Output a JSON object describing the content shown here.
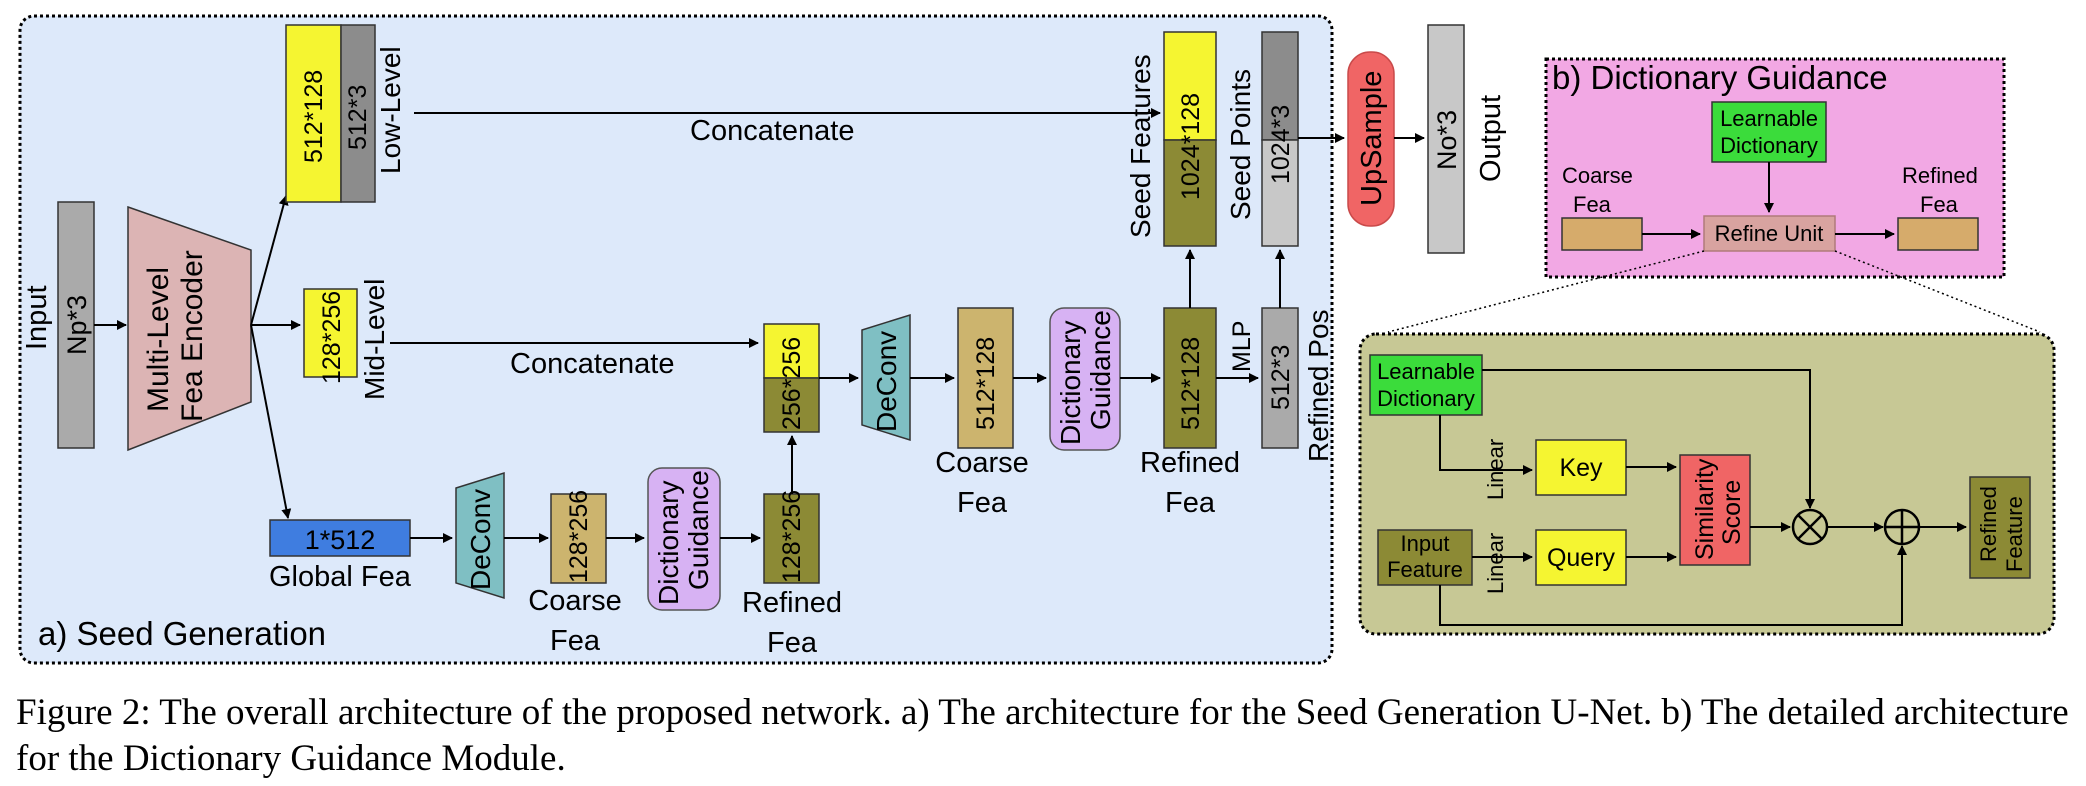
{
  "seed_generation": {
    "title": "a) Seed Generation",
    "input_label": "Input",
    "input_box": "Np*3",
    "encoder": [
      "Multi-Level",
      "Fea Encoder"
    ],
    "low_level": {
      "box1": "512*128",
      "box2": "512*3",
      "label": "Low-Level"
    },
    "mid_level": {
      "box": "128*256",
      "label": "Mid-Level"
    },
    "global": {
      "box": "1*512",
      "label": "Global Fea"
    },
    "concat_top": "Concatenate",
    "concat_mid": "Concatenate",
    "deconv1": "DeConv",
    "coarse1": {
      "box": "128*256",
      "label": [
        "Coarse",
        "Fea"
      ]
    },
    "dg1": [
      "Dictionary",
      "Guidance"
    ],
    "refined1": {
      "box": "128*256",
      "label": [
        "Refined",
        "Fea"
      ]
    },
    "cat1": "256*256",
    "deconv2": "DeConv",
    "coarse2": {
      "box": "512*128",
      "label": [
        "Coarse",
        "Fea"
      ]
    },
    "dg2": [
      "Dictionary",
      "Guidance"
    ],
    "refined2": {
      "box": "512*128",
      "label": [
        "Refined",
        "Fea"
      ]
    },
    "mlp": "MLP",
    "pos": {
      "box": "512*3",
      "label": "Refined Pos"
    },
    "seed_features": {
      "box": "1024*128",
      "label": "Seed Features"
    },
    "seed_points": {
      "box": "1024*3",
      "label": "Seed Points"
    },
    "upsample": "UpSample",
    "output_box": "No*3",
    "output_label": "Output"
  },
  "dictionary_guidance": {
    "title": "b) Dictionary Guidance",
    "learnable": [
      "Learnable",
      "Dictionary"
    ],
    "coarse": [
      "Coarse",
      "Fea"
    ],
    "refine_unit": "Refine Unit",
    "refined": [
      "Refined",
      "Fea"
    ]
  },
  "detail": {
    "learnable": [
      "Learnable",
      "Dictionary"
    ],
    "input_feature": [
      "Input",
      "Feature"
    ],
    "linear1": "Linear",
    "linear2": "Linear",
    "key": "Key",
    "query": "Query",
    "similarity": [
      "Similarity",
      "Score"
    ],
    "otimes": "⊗",
    "oplus": "⊕",
    "refined_feature": [
      "Refined",
      "Feature"
    ]
  },
  "caption": "Figure 2: The overall architecture of the proposed network. a) The architecture for the Seed Generation U-Net. b) The detailed architecture for the Dictionary Guidance Module.",
  "colors": {
    "panel_a": "#dde9fa",
    "panel_b": "#f2a8e4",
    "panel_c": "#c7c895",
    "yellow": "#f5f531",
    "gray": "#aaaaaa",
    "darkgray": "#8c8c8c",
    "olive": "#8c8a35",
    "tan": "#ccb46e",
    "blue": "#3f7de0",
    "teal": "#7fbfc3",
    "violet": "#d7b2f3",
    "red": "#f06565",
    "green": "#3bdc3b",
    "pink": "#e5b8bc"
  }
}
